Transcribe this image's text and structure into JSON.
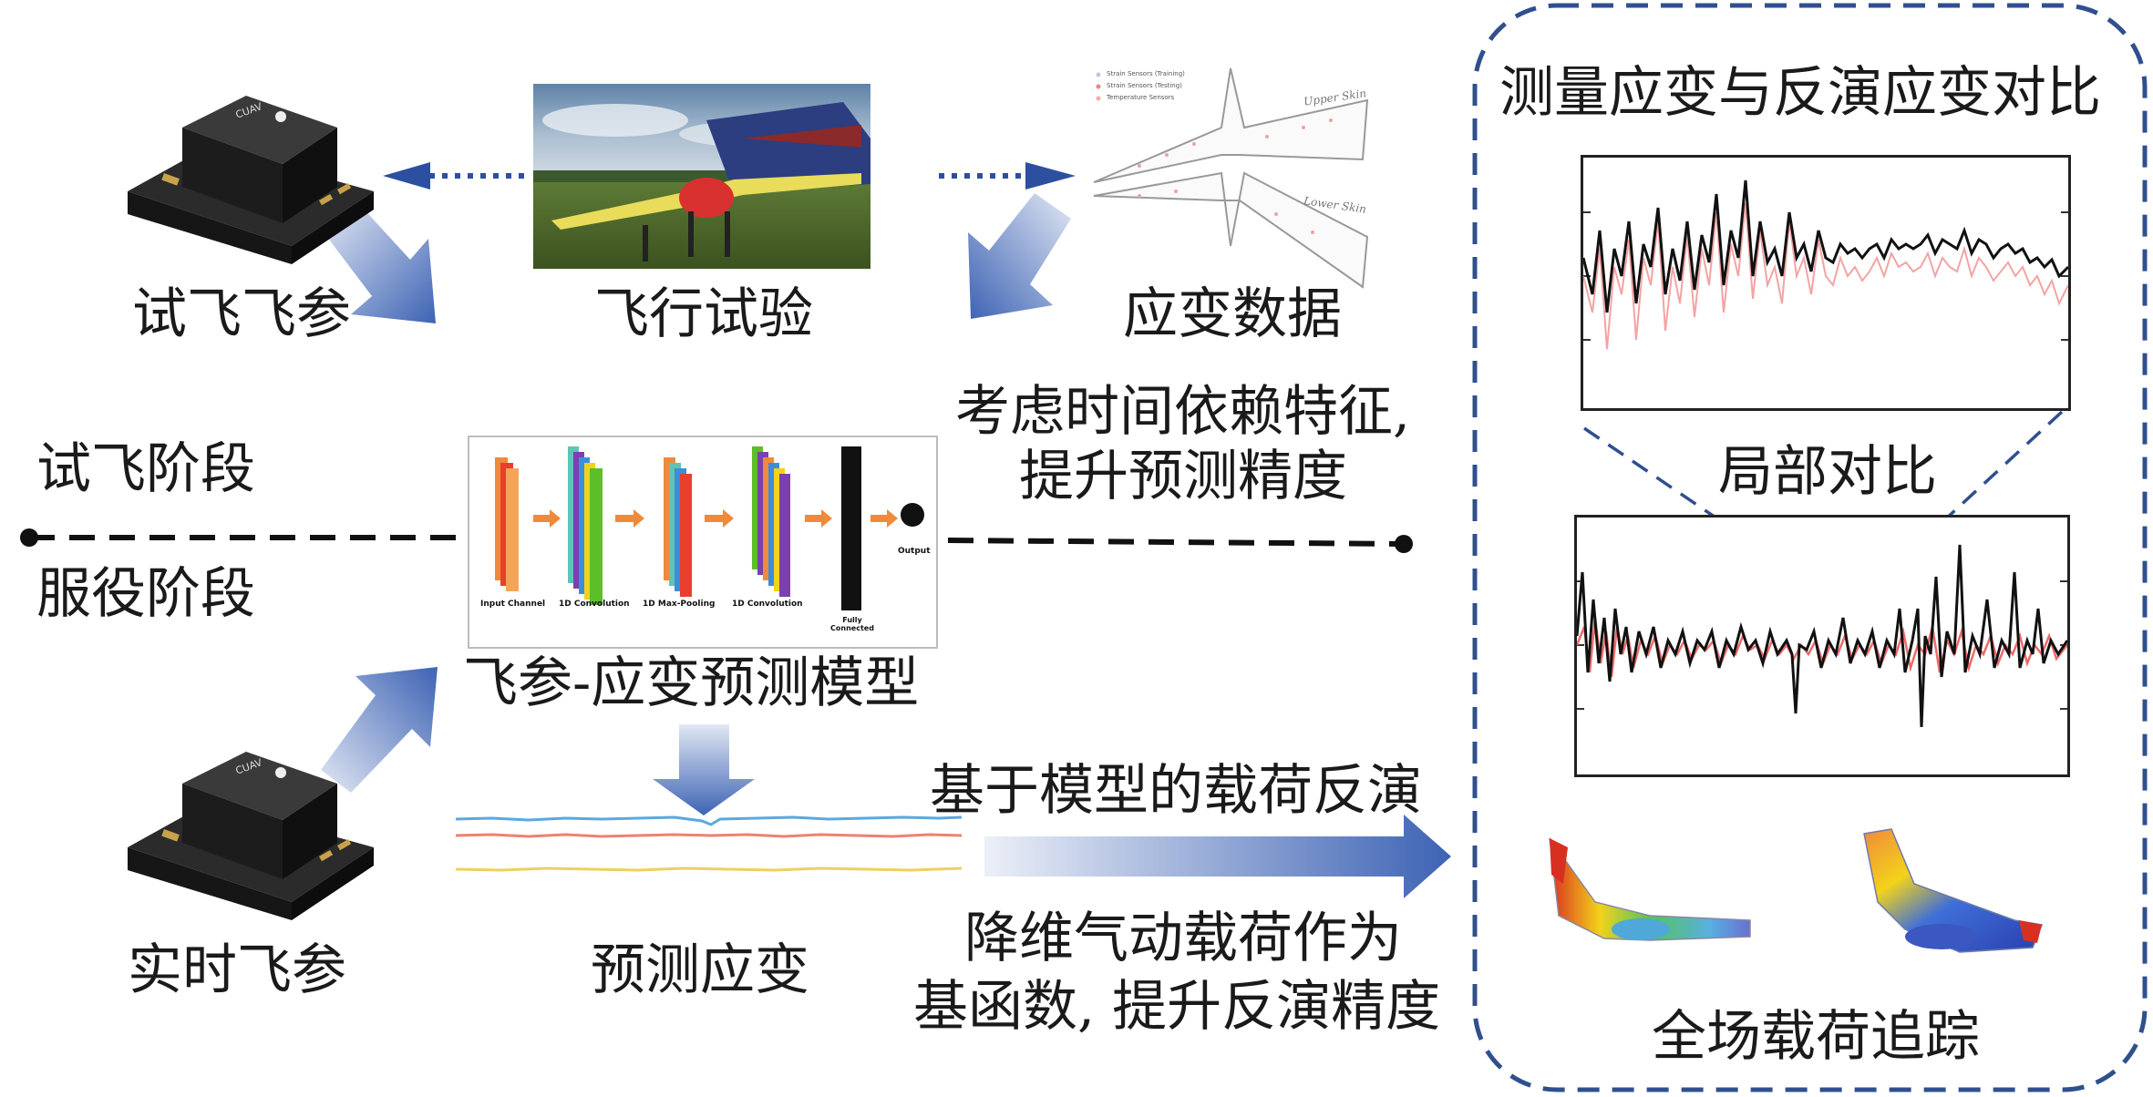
{
  "colors": {
    "dashed_border": "#2f4f8f",
    "arrow_blue": "#3d63b4",
    "dotted_arrow": "#2c4fa0",
    "cnn_orange": "#f08a3a",
    "cnn_red": "#e8402c",
    "cnn_purple": "#7b3fb0",
    "cnn_green": "#5cbf2a",
    "cnn_blue": "#3a8fd8",
    "cnn_yellow": "#f3d21a",
    "signal_blue": "#5aa9e0",
    "signal_red": "#f08070",
    "signal_yellow": "#f0cf60"
  },
  "labels": {
    "flight_params_test": "试飞飞参",
    "flight_test": "飞行试验",
    "strain_data": "应变数据",
    "time_dependency_1": "考虑时间依赖特征,",
    "time_dependency_2": "提升预测精度",
    "flight_test_phase": "试飞阶段",
    "service_phase": "服役阶段",
    "prediction_model": "飞参-应变预测模型",
    "realtime_params": "实时飞参",
    "predicted_strain": "预测应变",
    "load_inversion": "基于模型的载荷反演",
    "reduced_loads_1": "降维气动载荷作为",
    "reduced_loads_2": "基函数, 提升反演精度",
    "comparison_title": "测量应变与反演应变对比",
    "local_comparison": "局部对比",
    "full_field_tracking": "全场载荷追踪"
  },
  "cnn_layers": [
    {
      "caption": "Input Channel"
    },
    {
      "caption": "1D Convolution"
    },
    {
      "caption": "1D Max-Pooling"
    },
    {
      "caption": "1D Convolution"
    },
    {
      "caption": "Fully Connected"
    },
    {
      "caption": "Output"
    }
  ],
  "strain_sketch": {
    "legend": [
      "Strain Sensors (Training)",
      "Strain Sensors (Testing)",
      "Temperature Sensors"
    ],
    "upper_label": "Upper Skin",
    "lower_label": "Lower Skin"
  },
  "device_logo": "CUAV",
  "icons": {
    "flight_controller_top": "flight-controller-icon",
    "flight_controller_bottom": "flight-controller-icon",
    "aircraft_photo": "uav-photo",
    "wing_sketch": "wing-strain-sketch",
    "contour_left": "load-contour-left",
    "contour_right": "load-contour-right"
  }
}
